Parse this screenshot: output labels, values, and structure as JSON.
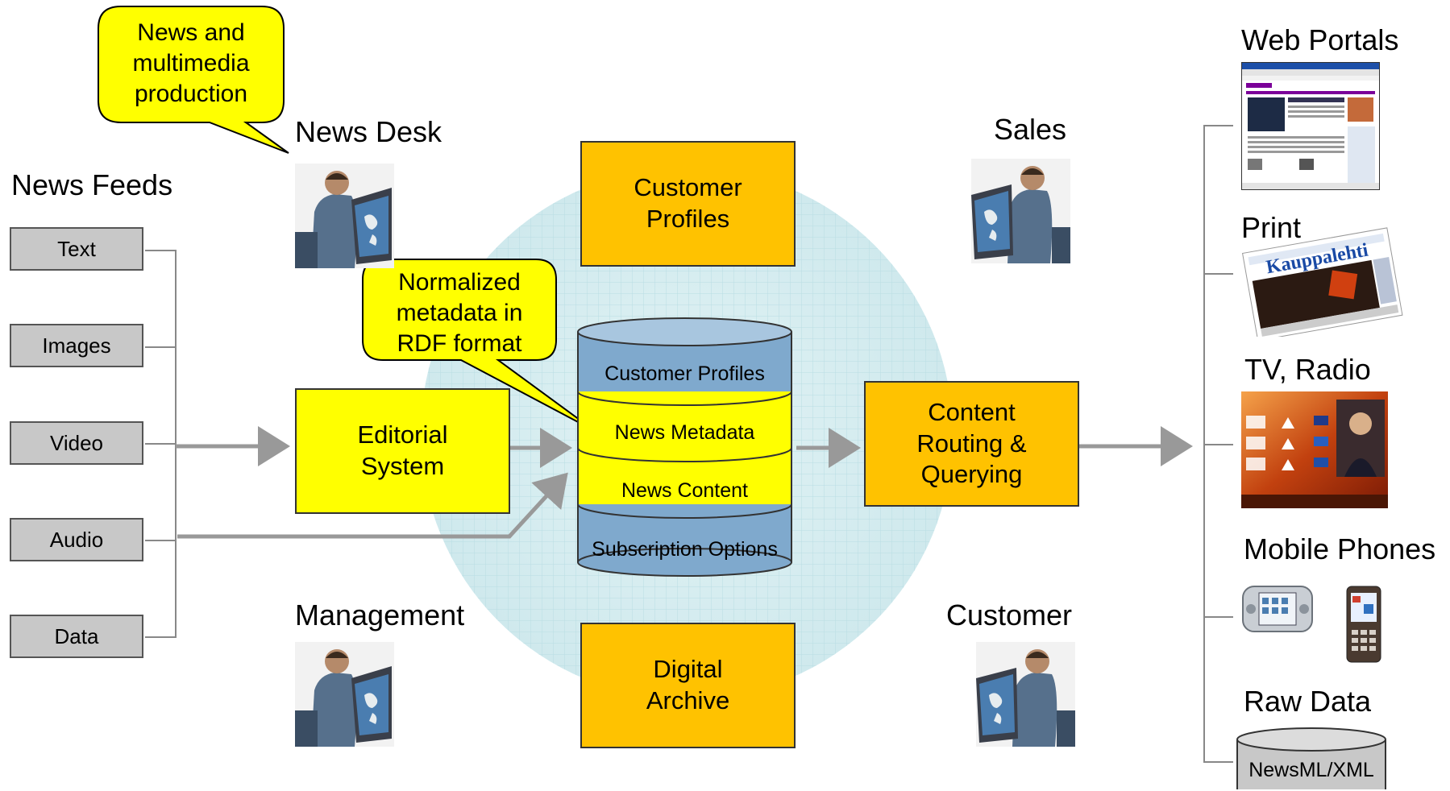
{
  "diagram": {
    "callouts": {
      "production": "News and\nmultimedia\nproduction",
      "metadata": "Normalized\nmetadata in\nRDF format"
    },
    "roles": {
      "news_desk": "News Desk",
      "sales": "Sales",
      "management": "Management",
      "customer": "Customer"
    },
    "news_feeds": {
      "title": "News Feeds",
      "items": [
        "Text",
        "Images",
        "Video",
        "Audio",
        "Data"
      ]
    },
    "boxes": {
      "customer_profiles": "Customer\nProfiles",
      "editorial_system": "Editorial\nSystem",
      "content_routing": "Content\nRouting &\nQuerying",
      "digital_archive": "Digital\nArchive"
    },
    "database": {
      "layers": [
        "Customer Profiles",
        "News Metadata",
        "News Content",
        "Subscription Options"
      ]
    },
    "outputs": {
      "web_portals": "Web Portals",
      "print": "Print",
      "newspaper_title": "Kauppalehti",
      "tv_radio": "TV, Radio",
      "mobile_phones": "Mobile Phones",
      "raw_data": "Raw Data",
      "raw_data_db": "NewsML/XML"
    },
    "colors": {
      "orange_box": "#ffc200",
      "yellow_box": "#ffff00",
      "feed_box": "#c8c8c8",
      "db_blue": "#7fa9cd",
      "background_circle": "#d4ecef",
      "arrow": "#999999"
    }
  }
}
